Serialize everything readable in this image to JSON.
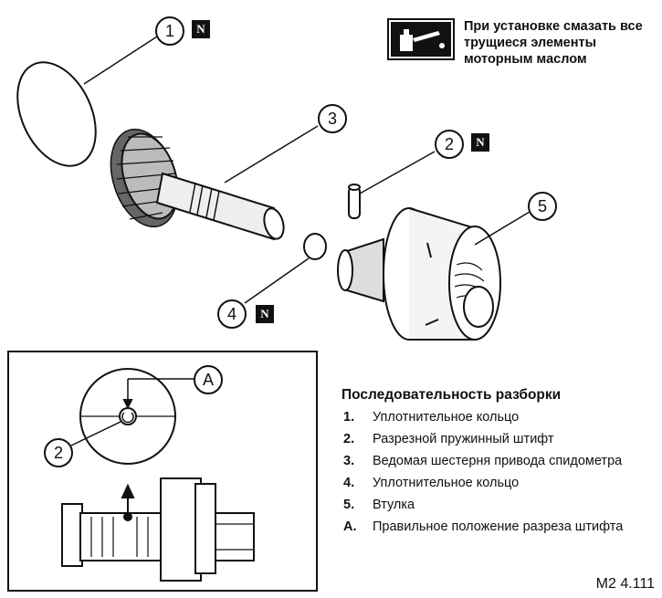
{
  "note": {
    "text": "При установке смазать все трущиеся элементы моторным маслом",
    "icon": "oil-can-icon"
  },
  "callouts": {
    "c1": "1",
    "c2": "2",
    "c3": "3",
    "c4": "4",
    "c5": "5",
    "inset_a": "A",
    "inset_2": "2"
  },
  "badge_label": "N",
  "legend": {
    "title": "Последовательность разборки",
    "items": [
      {
        "key": "1.",
        "text": "Уплотнительное кольцо"
      },
      {
        "key": "2.",
        "text": "Разрезной пружинный штифт"
      },
      {
        "key": "3.",
        "text": "Ведомая шестерня привода спидометра"
      },
      {
        "key": "4.",
        "text": "Уплотнительное кольцо"
      },
      {
        "key": "5.",
        "text": "Втулка"
      },
      {
        "key": "A.",
        "text": "Правильное положение разреза штифта"
      }
    ]
  },
  "figure_id": "M2 4.111"
}
